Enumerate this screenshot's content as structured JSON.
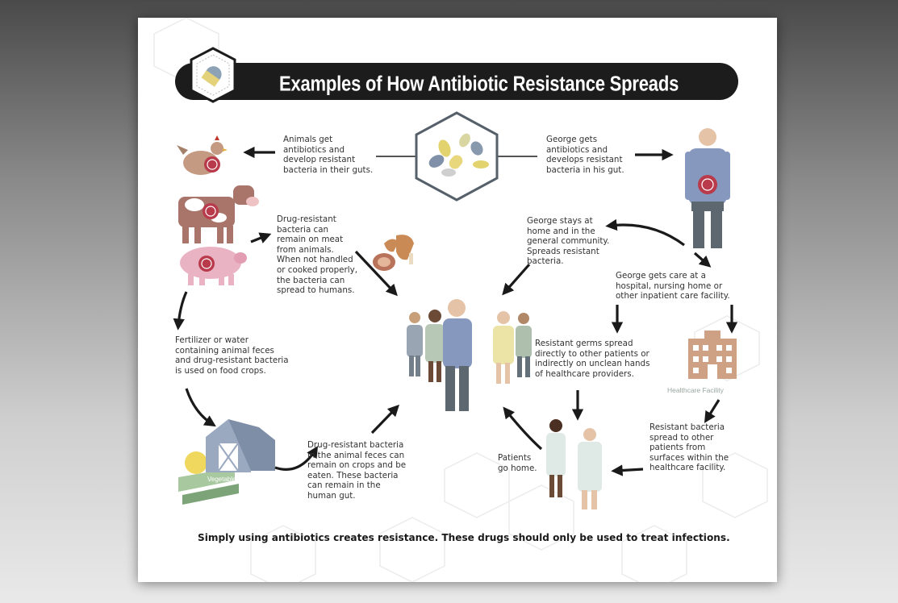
{
  "title": "Examples of How Antibiotic Resistance Spreads",
  "texts": {
    "animals": "Animals get\nantibiotics and\ndevelop resistant\nbacteria in their guts.",
    "george_gets": "George gets\nantibiotics and\ndevelops resistant\nbacteria in his gut.",
    "meat": "Drug-resistant\nbacteria can\nremain on meat\nfrom animals.\nWhen not handled\nor cooked properly,\nthe bacteria can\nspread to humans.",
    "george_home": "George stays at\nhome and in the\ngeneral community.\nSpreads resistant\nbacteria.",
    "george_care": "George gets care at a\nhospital, nursing home or\nother inpatient care facility.",
    "fertilizer": "Fertilizer or water\ncontaining animal feces\nand drug-resistant bacteria\nis used on food crops.",
    "germs_spread": "Resistant germs spread\ndirectly to other patients or\nindirectly on unclean hands\nof healthcare providers.",
    "crops": "Drug-resistant bacteria\nin the animal feces can\nremain on crops and be\neaten. These bacteria\ncan remain in the\nhuman gut.",
    "patients_home": "Patients\ngo home.",
    "surfaces": "Resistant bacteria\nspread to other\npatients from\nsurfaces within the\nhealthcare facility."
  },
  "labels": {
    "healthcare_facility": "Healthcare Facility",
    "vegetable_farm": "Vegetable Farm"
  },
  "footer": "Simply using antibiotics creates resistance.  These drugs should only be used to treat infections."
}
